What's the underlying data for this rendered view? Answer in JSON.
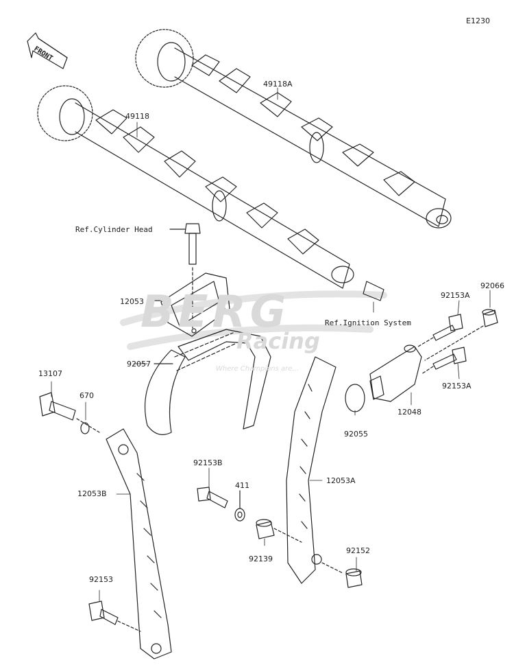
{
  "diagram_code": "E1230",
  "front_label": "FRONT",
  "watermark": {
    "brand": "BERG",
    "sub": "Racing",
    "tagline": "Where Champions are..."
  },
  "refs": {
    "cylinder_head": "Ref.Cylinder Head",
    "ignition_system": "Ref.Ignition System"
  },
  "parts": {
    "p49118A": "49118A",
    "p49118": "49118",
    "p12053": "12053",
    "p92057": "92057",
    "p13107": "13107",
    "p670": "670",
    "p12053B": "12053B",
    "p92153": "92153",
    "p92153B": "92153B",
    "p411": "411",
    "p92139": "92139",
    "p12053A": "12053A",
    "p92152": "92152",
    "p92153A_top": "92153A",
    "p92066": "92066",
    "p92153A_bottom": "92153A",
    "p12048": "12048",
    "p92055": "92055"
  }
}
